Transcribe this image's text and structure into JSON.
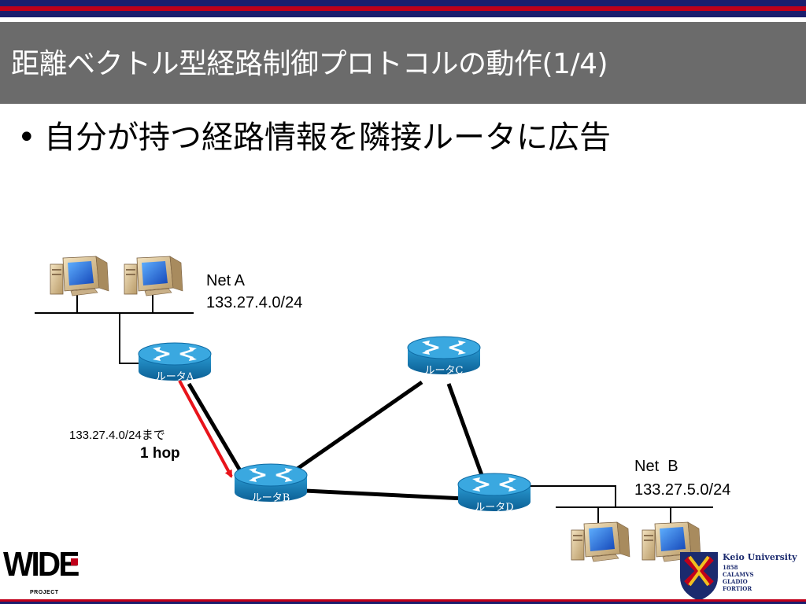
{
  "slide": {
    "title": "距離ベクトル型経路制御プロトコルの動作(1/4)",
    "bullet": "自分が持つ経路情報を隣接ルータに広告",
    "bullet_marker": "•"
  },
  "network": {
    "net_a": {
      "name": "Net A",
      "prefix": "133.27.4.0/24"
    },
    "net_b": {
      "name": "Net  B",
      "prefix": "133.27.5.0/24"
    },
    "routers": [
      {
        "id": "A",
        "label": "ルータA"
      },
      {
        "id": "B",
        "label": "ルータB"
      },
      {
        "id": "C",
        "label": "ルータC"
      },
      {
        "id": "D",
        "label": "ルータD"
      }
    ],
    "advertisement": {
      "route": "133.27.4.0/24まで",
      "metric": "1 hop",
      "from": "A",
      "to": "B",
      "color": "#e8141b"
    }
  },
  "logos": {
    "wide": {
      "text": "WIDE",
      "subtext": "PROJECT"
    },
    "keio": {
      "name": "Keio University",
      "year": "1858",
      "motto": [
        "CALAMVS",
        "GLADIO",
        "FORTIOR"
      ]
    }
  },
  "colors": {
    "title_bar": "#6b6b6b",
    "stripe_navy": "#1b1e6e",
    "stripe_red": "#c0001a",
    "router_blue": "#1f8ac0",
    "advert_arrow": "#e8141b"
  }
}
